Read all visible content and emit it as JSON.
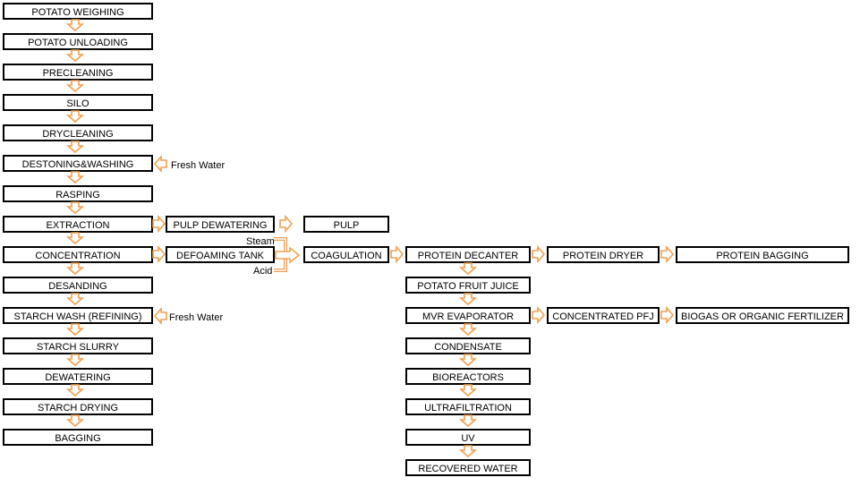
{
  "colors": {
    "arrow": "#f0a050",
    "box_border": "#000000"
  },
  "main_column": [
    "POTATO WEIGHING",
    "POTATO UNLOADING",
    "PRECLEANING",
    "SILO",
    "DRYCLEANING",
    "DESTONING&WASHING",
    "RASPING",
    "EXTRACTION",
    "CONCENTRATION",
    "DESANDING",
    "STARCH WASH (REFINING)",
    "STARCH SLURRY",
    "DEWATERING",
    "STARCH DRYING",
    "BAGGING"
  ],
  "pulp_branch": {
    "dewatering": "PULP DEWATERING",
    "pulp": "PULP"
  },
  "defoaming": "DEFOAMING TANK",
  "coagulation": "COAGULATION",
  "inputs": {
    "steam": "Steam",
    "acid": "Acid",
    "fresh_water_1": "Fresh Water",
    "fresh_water_2": "Fresh Water"
  },
  "juice_column": [
    "PROTEIN DECANTER",
    "POTATO FRUIT JUICE",
    "MVR EVAPORATOR",
    "CONDENSATE",
    "BIOREACTORS",
    "ULTRAFILTRATION",
    "UV",
    "RECOVERED WATER"
  ],
  "protein_branch": {
    "dryer": "PROTEIN DRYER",
    "bagging": "PROTEIN BAGGING"
  },
  "pfj_branch": {
    "concentrated": "CONCENTRATED PFJ",
    "biogas": "BIOGAS OR ORGANIC FERTILIZER"
  }
}
